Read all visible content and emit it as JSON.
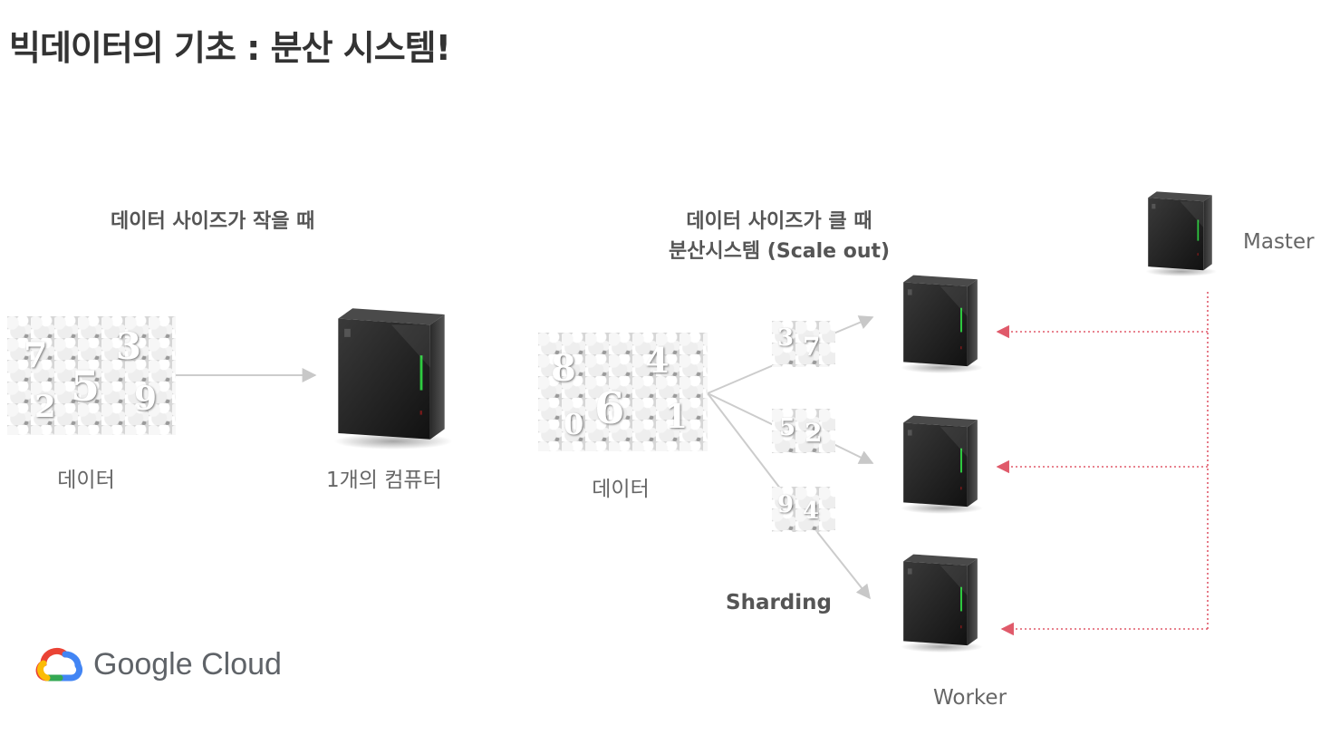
{
  "title": "빅데이터의 기초 : 분산 시스템!",
  "small_data": {
    "heading": "데이터 사이즈가 작을 때",
    "data_label": "데이터",
    "computer_label": "1개의 컴퓨터"
  },
  "big_data": {
    "heading_line1": "데이터 사이즈가 클 때",
    "heading_line2": "분산시스템 (Scale out)",
    "data_label": "데이터",
    "sharding_label": "Sharding",
    "master_label": "Master",
    "worker_label": "Worker"
  },
  "logo": {
    "text": "Google Cloud",
    "colors": {
      "blue": "#4285F4",
      "red": "#EA4335",
      "yellow": "#FBBC05",
      "green": "#34A853"
    }
  },
  "colors": {
    "arrow_gray": "#cccccc",
    "dotted_red": "#e05a6a",
    "led_green": "#2ecc40"
  }
}
